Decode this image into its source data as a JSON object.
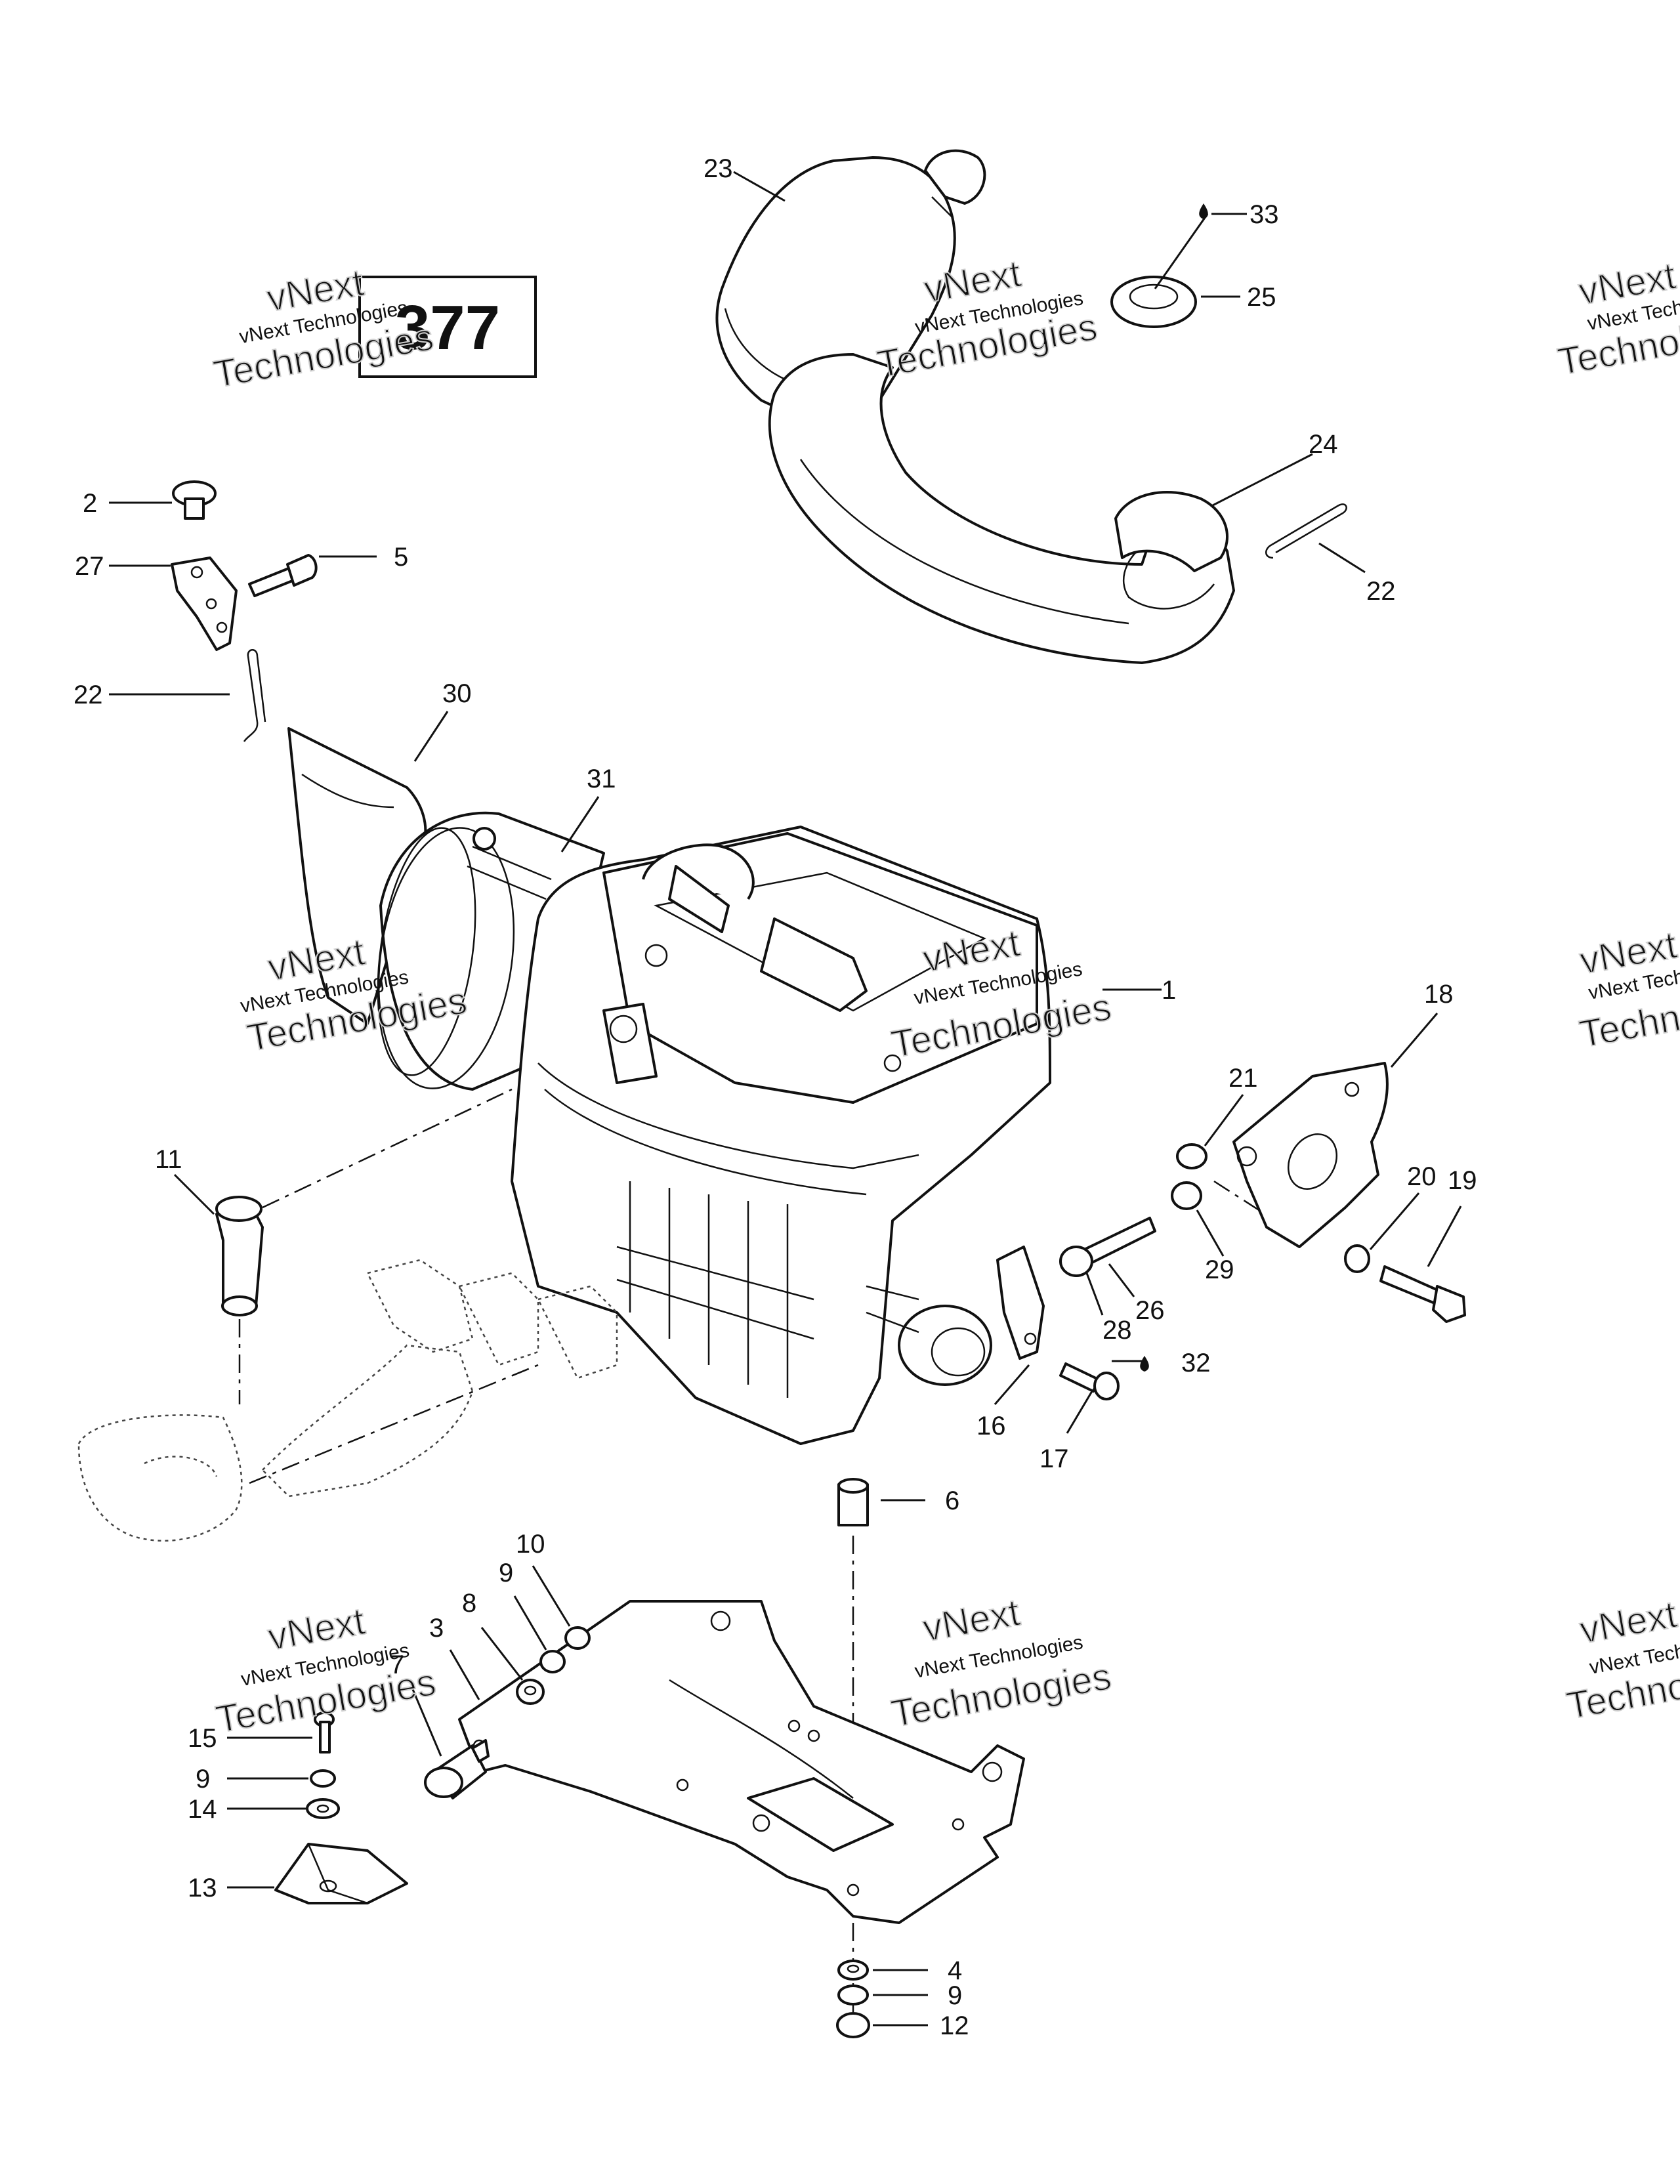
{
  "page_number": "377",
  "watermark": {
    "line1": "vNext Technologies",
    "line2": "vNext",
    "line3": "Technologies"
  },
  "callouts": [
    {
      "key": "c23",
      "label": "23"
    },
    {
      "key": "c33",
      "label": "33"
    },
    {
      "key": "c25",
      "label": "25"
    },
    {
      "key": "c24",
      "label": "24"
    },
    {
      "key": "c22a",
      "label": "22"
    },
    {
      "key": "c2",
      "label": "2"
    },
    {
      "key": "c27",
      "label": "27"
    },
    {
      "key": "c5",
      "label": "5"
    },
    {
      "key": "c22b",
      "label": "22"
    },
    {
      "key": "c30",
      "label": "30"
    },
    {
      "key": "c31",
      "label": "31"
    },
    {
      "key": "c1",
      "label": "1"
    },
    {
      "key": "c18",
      "label": "18"
    },
    {
      "key": "c21",
      "label": "21"
    },
    {
      "key": "c20",
      "label": "20"
    },
    {
      "key": "c19",
      "label": "19"
    },
    {
      "key": "c11",
      "label": "11"
    },
    {
      "key": "c29",
      "label": "29"
    },
    {
      "key": "c26",
      "label": "26"
    },
    {
      "key": "c28",
      "label": "28"
    },
    {
      "key": "c32",
      "label": "32"
    },
    {
      "key": "c16",
      "label": "16"
    },
    {
      "key": "c17",
      "label": "17"
    },
    {
      "key": "c6",
      "label": "6"
    },
    {
      "key": "c10",
      "label": "10"
    },
    {
      "key": "c9a",
      "label": "9"
    },
    {
      "key": "c8",
      "label": "8"
    },
    {
      "key": "c3",
      "label": "3"
    },
    {
      "key": "c7",
      "label": "7"
    },
    {
      "key": "c15",
      "label": "15"
    },
    {
      "key": "c9b",
      "label": "9"
    },
    {
      "key": "c14",
      "label": "14"
    },
    {
      "key": "c13",
      "label": "13"
    },
    {
      "key": "c4",
      "label": "4"
    },
    {
      "key": "c9c",
      "label": "9"
    },
    {
      "key": "c12",
      "label": "12"
    }
  ]
}
